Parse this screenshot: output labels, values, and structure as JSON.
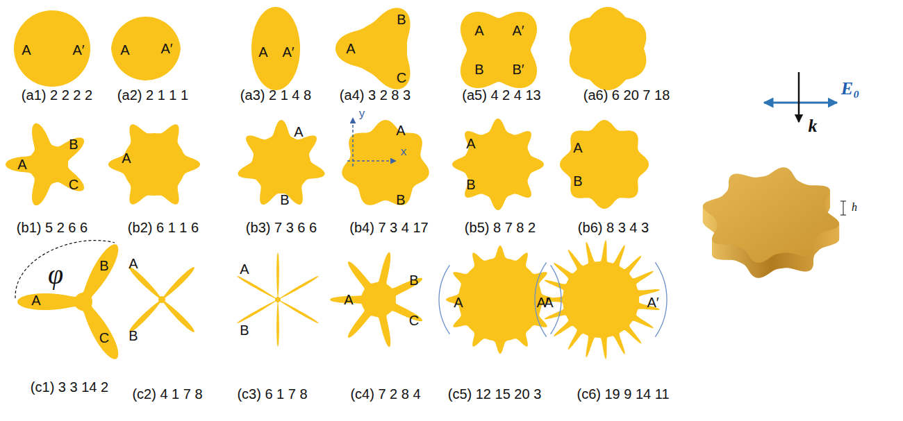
{
  "diagram": {
    "nodes": [
      {
        "text": [
          "A",
          "A′",
          "(a1) 2 2 2 2"
        ]
      },
      {
        "text": [
          "A",
          "A′",
          "(a2) 2 1 1 1"
        ]
      },
      {
        "text": [
          "A",
          "A′",
          "(a3) 2 1 4 8"
        ]
      },
      {
        "text": [
          "A",
          "B",
          "C",
          "(a4) 3 2 8 3"
        ]
      },
      {
        "text": [
          "A",
          "A′",
          "B",
          "B′",
          "(a5) 4 2 4 13"
        ]
      },
      {
        "text": [
          "(a6) 6 20 7 18"
        ]
      },
      {
        "text": [
          "A",
          "B",
          "C",
          "(b1) 5 2 6 6"
        ]
      },
      {
        "text": [
          "A",
          "(b2) 6 1 1 6"
        ]
      },
      {
        "text": [
          "A",
          "B",
          "(b3) 7 3 6 6"
        ]
      },
      {
        "text": [
          "A",
          "B",
          "(b4) 7 3 4 17"
        ]
      },
      {
        "text": [
          "A",
          "B",
          "(b5) 8 7 8 2"
        ]
      },
      {
        "text": [
          "A",
          "B",
          "(b6) 8 3 4 3"
        ]
      },
      {
        "text": [
          "A",
          "B",
          "C",
          "(c1) 3 3 14 2"
        ]
      },
      {
        "text": [
          "A",
          "B",
          "(c2) 4 1 7 8"
        ]
      },
      {
        "text": [
          "A",
          "B",
          "(c3) 6 1 7 8"
        ]
      },
      {
        "text": [
          "A",
          "B",
          "C",
          "(c4) 7 2 8 4"
        ]
      },
      {
        "text": [
          "A",
          "A′",
          "(c5) 12 15 20 3"
        ]
      },
      {
        "text": [
          "A",
          "A′",
          "(c6) 19 9 14 11"
        ]
      }
    ],
    "labels": [
      "y",
      "x",
      "φ",
      "E₀",
      "k",
      "h"
    ]
  }
}
